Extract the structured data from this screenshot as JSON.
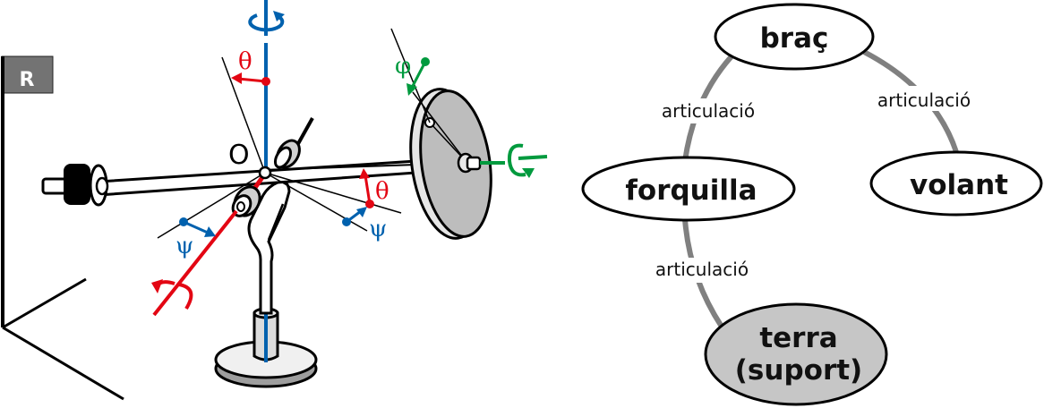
{
  "figure": {
    "reference_frame_label": "R",
    "origin_label": "O",
    "angles": {
      "theta": "θ",
      "psi": "ψ",
      "phi": "φ"
    }
  },
  "graph": {
    "nodes": [
      {
        "id": "brac",
        "label": "braç",
        "fixed": false
      },
      {
        "id": "forquilla",
        "label": "forquilla",
        "fixed": false
      },
      {
        "id": "volant",
        "label": "volant",
        "fixed": false
      },
      {
        "id": "terra",
        "label_line1": "terra",
        "label_line2": "(suport)",
        "fixed": true
      }
    ],
    "edges": [
      {
        "from": "forquilla",
        "to": "brac",
        "label": "articulació"
      },
      {
        "from": "brac",
        "to": "volant",
        "label": "articulació"
      },
      {
        "from": "terra",
        "to": "forquilla",
        "label": "articulació"
      }
    ]
  },
  "colors": {
    "theta": "#e30613",
    "psi": "#0061ae",
    "phi": "#009a3e",
    "edge": "#808080",
    "fixed_node": "#c6c6c6",
    "frame_box": "#737373",
    "disc": "#bdbdbd"
  }
}
